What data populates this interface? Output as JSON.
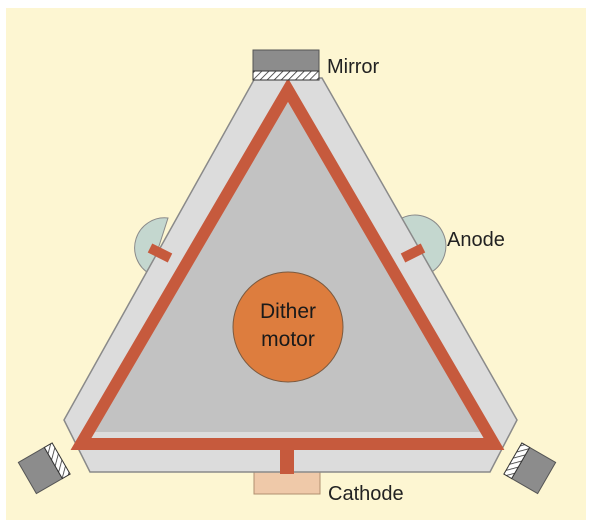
{
  "labels": {
    "mirror": "Mirror",
    "anode": "Anode",
    "cathode": "Cathode",
    "motor_line1": "Dither",
    "motor_line2": "motor"
  },
  "colors": {
    "background": "#fdf6d2",
    "frame": "#dcdcdc",
    "frame_stroke": "#8a8a8a",
    "inner": "#c2c2c2",
    "laser_path": "#c65a3d",
    "motor": "#dd7d3e",
    "mirror_block": "#8c8c8c",
    "anode": "#c4d7cf",
    "cathode": "#efc9a9"
  }
}
